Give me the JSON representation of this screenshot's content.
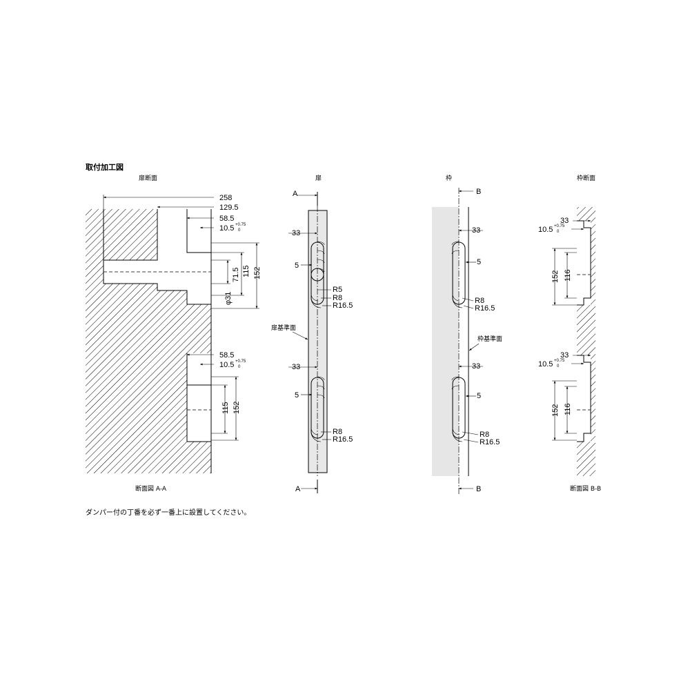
{
  "title": "取付加工図",
  "labels": {
    "door_section": "扉断面",
    "door": "扉",
    "frame": "枠",
    "frame_section": "枠断面",
    "section_aa": "断面図 A-A",
    "section_bb": "断面図 B-B",
    "door_ref": "扉基準面",
    "frame_ref": "枠基準面",
    "cut_a": "A",
    "cut_b": "B"
  },
  "dims": {
    "d258": "258",
    "d129_5": "129.5",
    "d58_5": "58.5",
    "d10_5": "10.5",
    "tol_plus": "+0.75",
    "tol_zero": "0",
    "d71_5": "71.5",
    "d115": "115",
    "d152": "152",
    "d116": "116",
    "phi31": "φ31",
    "d33": "33",
    "d5": "5",
    "r5": "R5",
    "r8": "R8",
    "r16_5": "R16.5"
  },
  "note": "ダンパー付の丁番を必ず一番上に設置してください。"
}
